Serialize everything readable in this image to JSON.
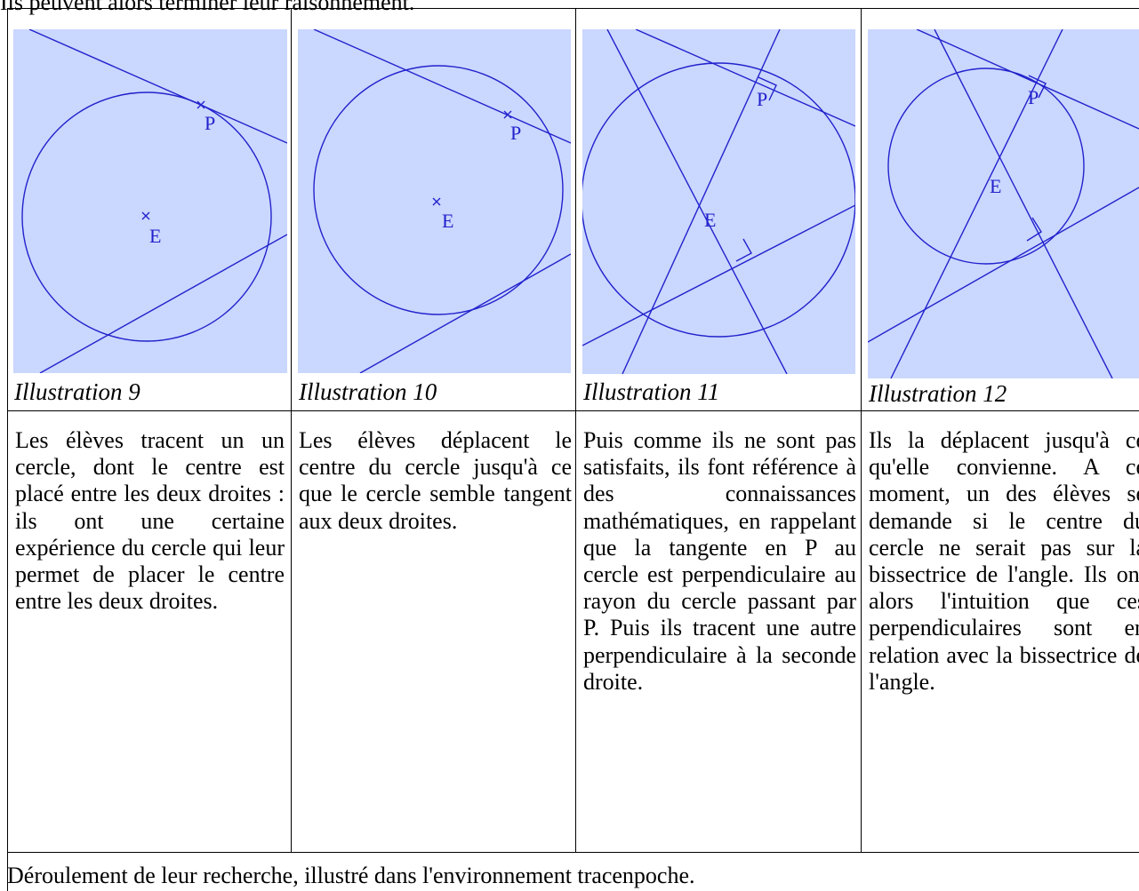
{
  "intro_text": "Ils peuvent alors terminer leur raisonnement.",
  "colors": {
    "figure_background": "#cad7fe",
    "construction": "#2222cc"
  },
  "columns": [
    {
      "caption": "Illustration 9",
      "labels": {
        "point": "P",
        "center": "E"
      },
      "text": "Les élèves tracent un un cercle, dont le centre est placé entre les deux droites : ils ont une certaine expérience du cercle qui leur permet de placer le centre entre les deux droites."
    },
    {
      "caption": "Illustration 10",
      "labels": {
        "point": "P",
        "center": "E"
      },
      "text": "Les élèves déplacent le centre du cercle jusqu'à ce que le cercle semble tangent aux deux droites."
    },
    {
      "caption": "Illustration 11",
      "labels": {
        "point": "P",
        "center": "E"
      },
      "text": "Puis comme ils ne sont pas satisfaits, ils font référence à des connaissances mathématiques, en rappelant que la tangente en P au cercle est perpendiculaire au rayon du cercle passant par P. Puis ils tracent une autre perpendiculaire à la seconde droite."
    },
    {
      "caption": "Illustration 12",
      "labels": {
        "point": "P",
        "center": "E"
      },
      "text": "Ils la déplacent jusqu'à ce qu'elle convienne. A ce moment, un des élèves se demande si le centre du cercle ne serait pas sur la bissectrice de l'angle. Ils ont alors l'intuition que ces perpendiculaires sont en relation avec la bissectrice de l'angle."
    }
  ],
  "footer_caption": "Déroulement de leur recherche, illustré dans l'environnement tracenpoche."
}
